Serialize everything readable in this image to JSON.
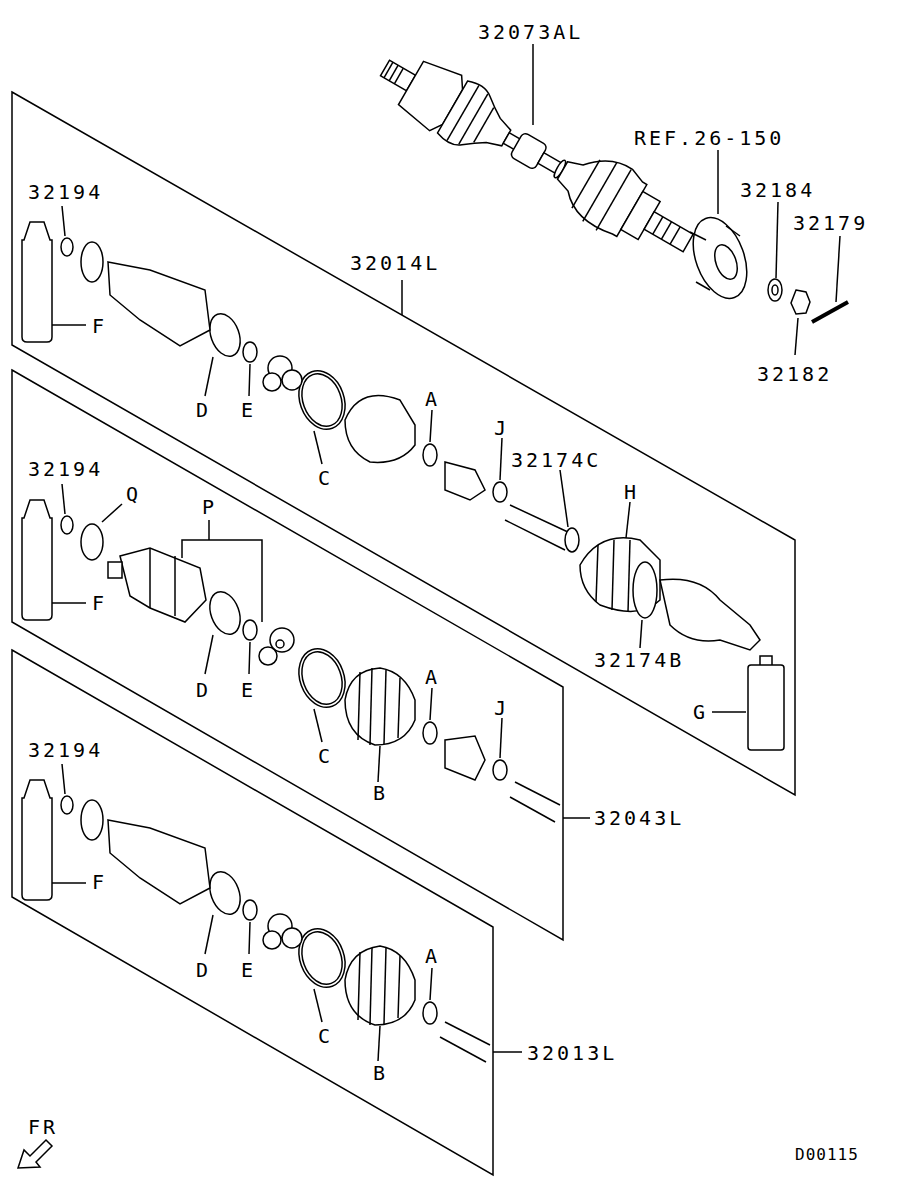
{
  "diagram": {
    "labels": [
      "32073AL",
      "REF.26-150",
      "32184",
      "32179",
      "32182",
      "32014L",
      "32194",
      "F",
      "D",
      "E",
      "C",
      "A",
      "J",
      "32174C",
      "H",
      "32174B",
      "G",
      "32194",
      "Q",
      "P",
      "F",
      "D",
      "E",
      "C",
      "A",
      "J",
      "B",
      "32043L",
      "32194",
      "F",
      "D",
      "E",
      "C",
      "A",
      "B",
      "32013L",
      "FR",
      "D00115"
    ]
  }
}
